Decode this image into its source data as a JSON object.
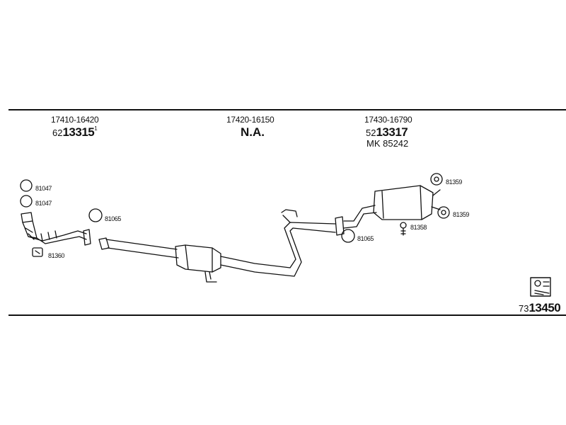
{
  "header": {
    "col1": {
      "part_number": "17410-16420",
      "code_prefix": "62",
      "code_main": "13315",
      "code_suffix": "1"
    },
    "col2": {
      "part_number": "17420-16150",
      "status": "N.A."
    },
    "col3": {
      "part_number": "17430-16790",
      "code_prefix": "52",
      "code_main": "13317",
      "mk": "MK 85242"
    }
  },
  "labels": {
    "ring_1": "81047",
    "ring_2": "81047",
    "gasket_front": "81065",
    "gasket_mid": "81065",
    "hanger_front": "81360",
    "rubber_top": "81359",
    "rubber_bottom": "81359",
    "bolt": "81358"
  },
  "footer": {
    "kit_prefix": "73",
    "kit_main": "13450"
  },
  "icons": [
    "ring-icon",
    "gasket-icon",
    "rubber-mount-icon",
    "bolt-icon",
    "hanger-icon",
    "kit-icon"
  ]
}
